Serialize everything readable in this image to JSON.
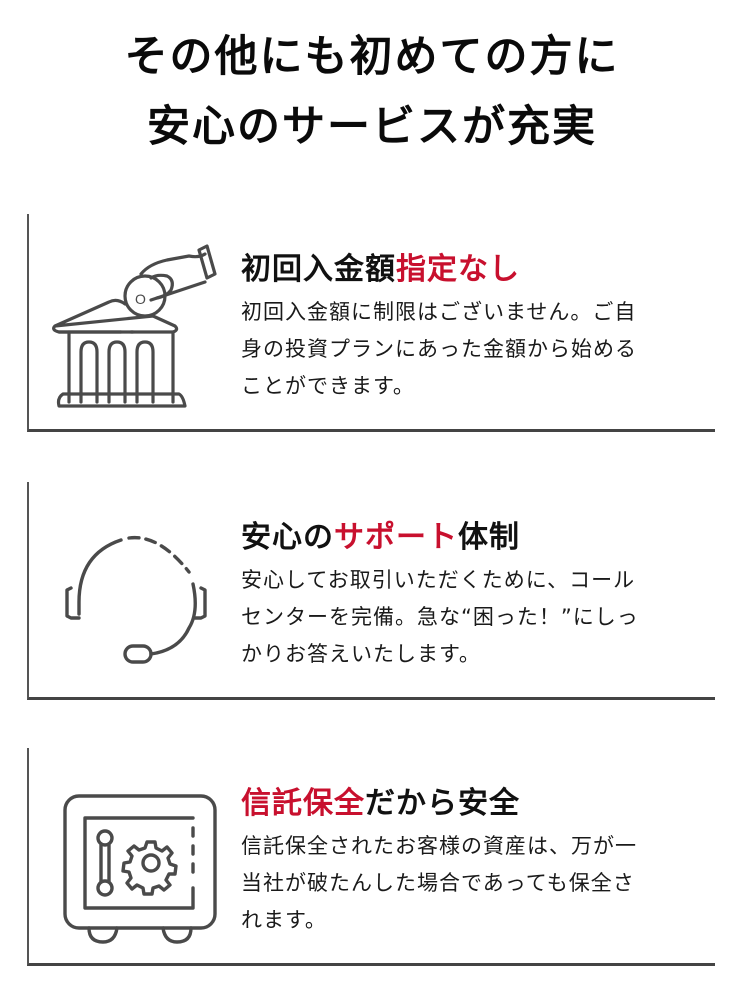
{
  "title": {
    "line1": "その他にも初めての方に",
    "line2": "安心のサービスが充実"
  },
  "colors": {
    "accent": "#c8102e",
    "text": "#111111",
    "border": "#444444",
    "icon_stroke": "#4a4a4a"
  },
  "cards": [
    {
      "icon": "bank-deposit-hand-coin-icon",
      "heading_plain_before": "初回入金額",
      "heading_red": "指定なし",
      "heading_plain_after": "",
      "coin_label": "O",
      "desc_lines": [
        "初回入金額に制限はございません。ご自",
        "身の投資プランにあった金額から始める",
        "ことができます。"
      ]
    },
    {
      "icon": "headset-icon",
      "heading_plain_before": "安心の",
      "heading_red": "サポート",
      "heading_plain_after": "体制",
      "desc_lines": [
        "安心してお取引いただくために、コール",
        "センターを完備。急な“困った！”にしっ",
        "かりお答えいたします。"
      ]
    },
    {
      "icon": "safe-vault-icon",
      "heading_plain_before": "",
      "heading_red": "信託保全",
      "heading_plain_after": "だから安全",
      "desc_lines": [
        "信託保全されたお客様の資産は、万が一",
        "当社が破たんした場合であっても保全さ",
        "れます。"
      ]
    }
  ]
}
